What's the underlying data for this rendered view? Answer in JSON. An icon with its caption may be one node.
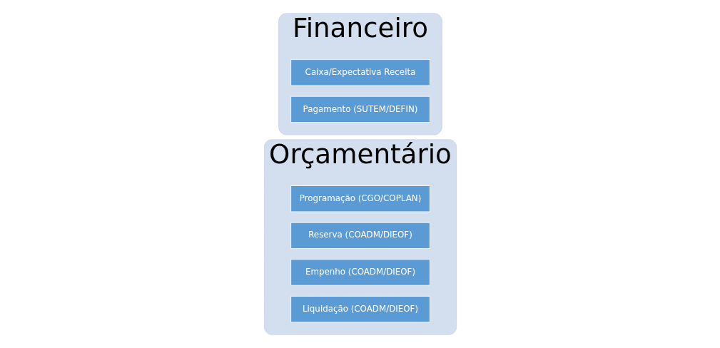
{
  "diagram": {
    "nodes": [
      {
        "text": [
          "Orçamentário"
        ]
      },
      {
        "text": [
          "Programação (CGO/COPLAN)"
        ],
        "in": 0
      },
      {
        "text": [
          "Reserva (COADM/DIEOF)"
        ],
        "in": 0
      },
      {
        "text": [
          "Empenho (COADM/DIEOF)"
        ],
        "in": 0
      },
      {
        "text": [
          "Liquidação (COADM/DIEOF)"
        ],
        "in": 0
      },
      {
        "text": [
          "Financeiro"
        ]
      },
      {
        "text": [
          "Caixa/Expectativa Receita"
        ],
        "in": 5
      },
      {
        "text": [
          "Pagamento (SUTEM/DEFIN)"
        ],
        "in": 5
      }
    ]
  }
}
